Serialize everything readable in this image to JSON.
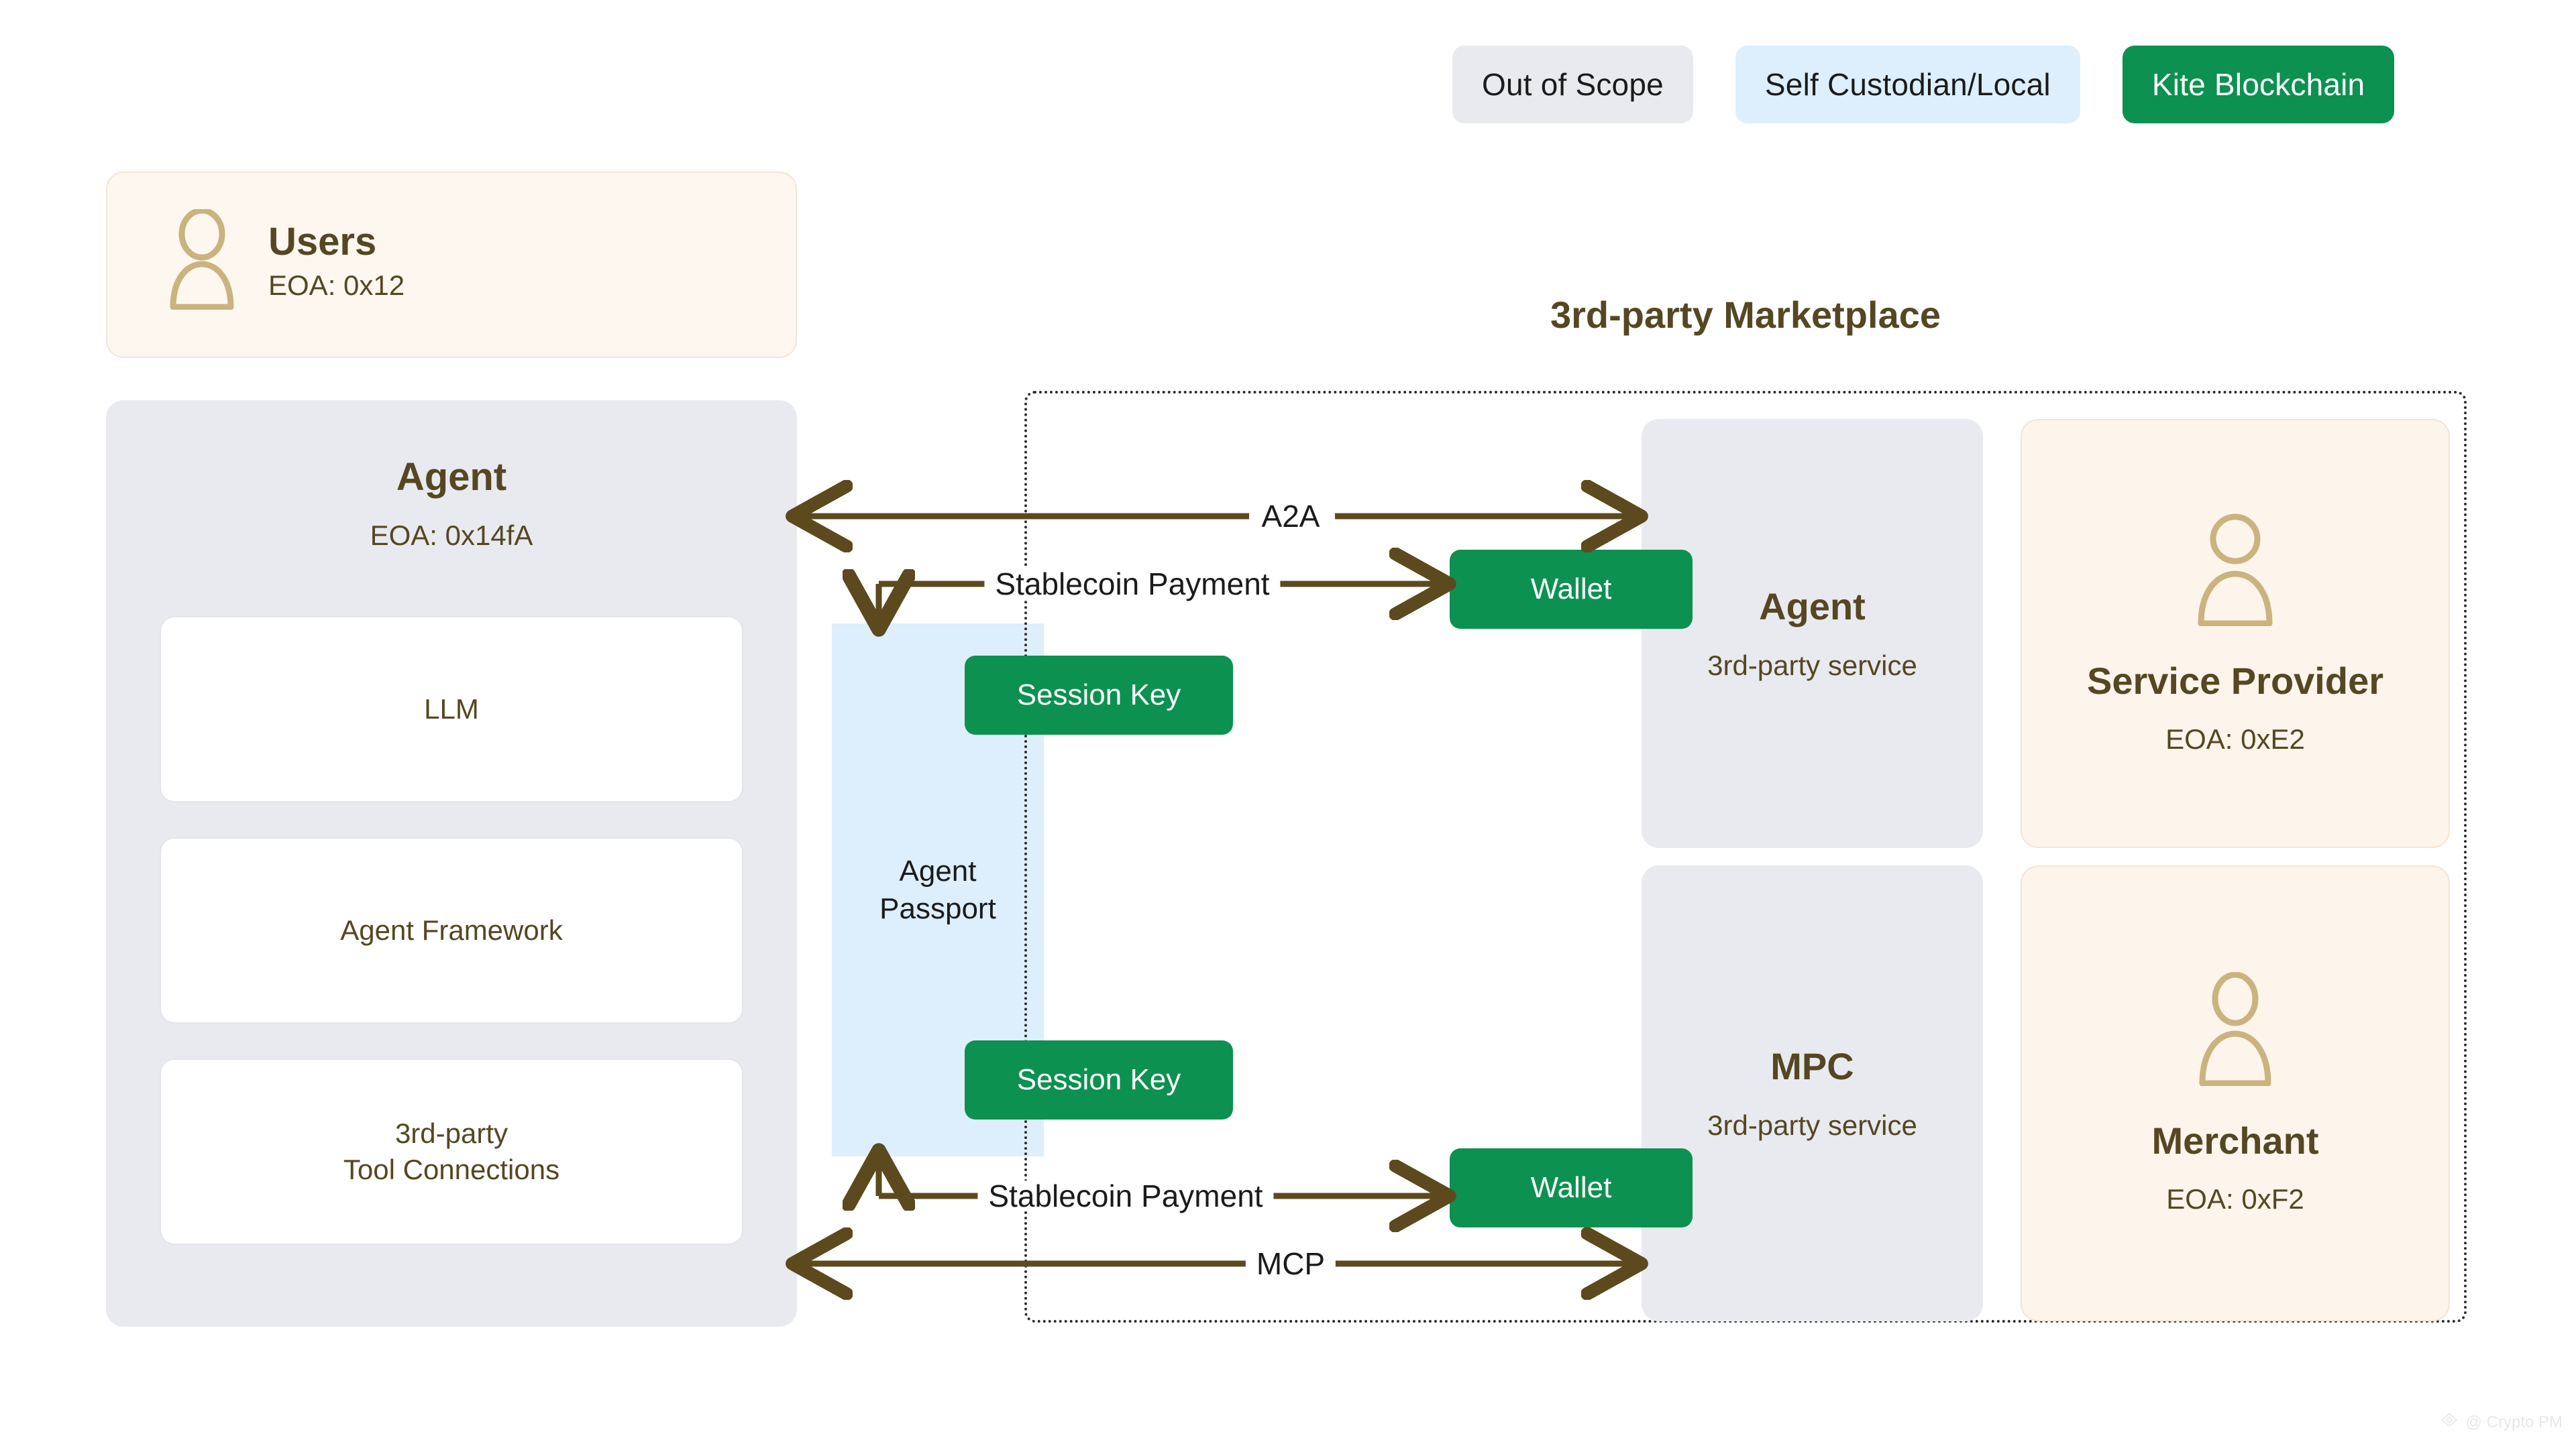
{
  "legend": {
    "items": [
      {
        "label": "Out of Scope",
        "color": "#e8eaed",
        "name": "out-of-scope"
      },
      {
        "label": "Self Custodian/Local",
        "color": "#ddeefc",
        "name": "self-custodian-local"
      },
      {
        "label": "Kite Blockchain",
        "color": "#0c9150",
        "name": "kite-blockchain"
      }
    ]
  },
  "users": {
    "title": "Users",
    "address": "EOA: 0x12",
    "icon": "person-icon"
  },
  "agent_panel": {
    "title": "Agent",
    "address": "EOA: 0x14fA",
    "subcards": [
      {
        "label": "LLM"
      },
      {
        "label": "Agent Framework"
      },
      {
        "label": "3rd-party\nTool Connections"
      }
    ]
  },
  "passport": {
    "label": "Agent\nPassport"
  },
  "session_keys": [
    {
      "label": "Session Key"
    },
    {
      "label": "Session Key"
    }
  ],
  "wallets": [
    {
      "label": "Wallet"
    },
    {
      "label": "Wallet"
    }
  ],
  "marketplace": {
    "title": "3rd-party Marketplace",
    "cards": [
      {
        "name": "Agent",
        "sub": "3rd-party service",
        "icon": null,
        "style": "grey"
      },
      {
        "name": "Service Provider",
        "sub": "EOA: 0xE2",
        "icon": "person-icon",
        "style": "cream"
      },
      {
        "name": "MPC",
        "sub": "3rd-party service",
        "icon": null,
        "style": "grey"
      },
      {
        "name": "Merchant",
        "sub": "EOA: 0xF2",
        "icon": "person-icon",
        "style": "cream"
      }
    ]
  },
  "connectors": [
    {
      "label": "A2A",
      "kind": "bidirectional"
    },
    {
      "label": "Stablecoin Payment",
      "kind": "elbow-down-right"
    },
    {
      "label": "Stablecoin Payment",
      "kind": "elbow-up-right"
    },
    {
      "label": "MCP",
      "kind": "bidirectional"
    }
  ],
  "watermark": {
    "text": "@ Crypto PM",
    "icon": "diamond-icon"
  },
  "colors": {
    "green": "#0c9150",
    "light_blue": "#ddeefc",
    "grey": "#e8eaef",
    "cream": "#fdf4ec",
    "brown_text": "#554722",
    "arrow": "#5c4a1e"
  }
}
